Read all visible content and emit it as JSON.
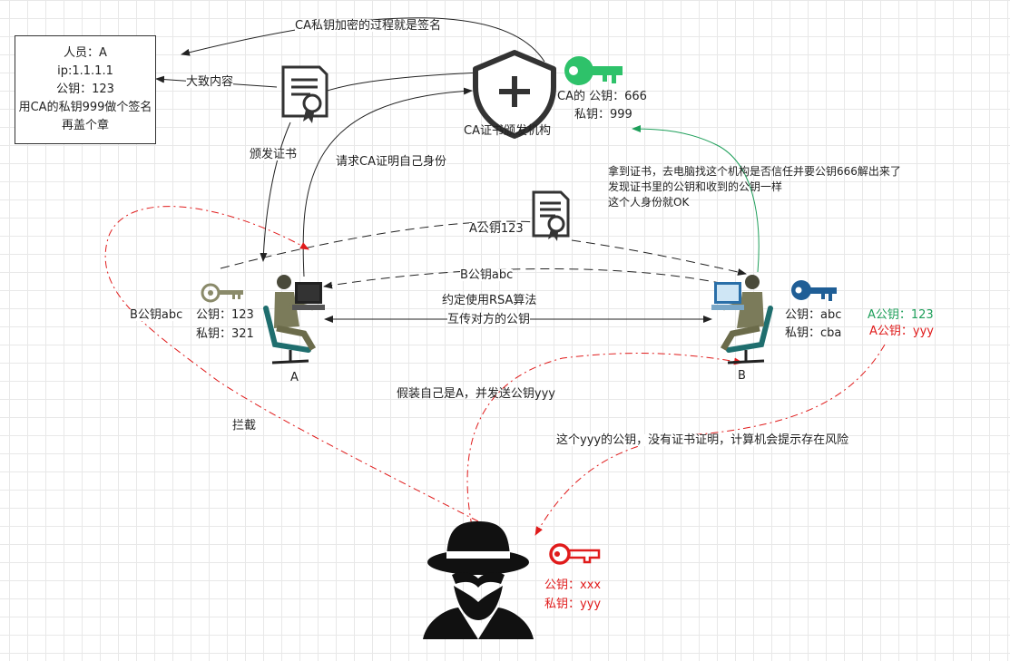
{
  "person_card": {
    "line1": "人员：A",
    "line2": "ip:1.1.1.1",
    "line3": "公钥：123",
    "line4": "用CA的私钥999做个签名",
    "line5": "再盖个章"
  },
  "labels": {
    "ca_sign_process": "CA私钥加密的过程就是签名",
    "summary": "大致内容",
    "issue_cert": "颁发证书",
    "request_ca": "请求CA证明自己身份",
    "ca_org": "CA证书颁发机构",
    "ca_pub": "CA的 公钥：666",
    "ca_priv": "私钥：999",
    "verify_1": "拿到证书，去电脑找这个机构是否信任并要公钥666解出来了",
    "verify_2": "发现证书里的公钥和收到的公钥一样",
    "verify_3": "这个人身份就OK",
    "a_pub_123": "A公钥123",
    "b_pub_abc_mid": "B公钥abc",
    "rsa_1": "约定使用RSA算法",
    "rsa_2": "互传对方的公钥",
    "b_pub_abc_left": "B公钥abc",
    "a_pub": "公钥：123",
    "a_priv": "私钥：321",
    "a_name": "A",
    "b_pub": "公钥：abc",
    "b_priv": "私钥：cba",
    "b_name": "B",
    "b_has_a_pub": "A公钥：123",
    "b_has_a_fake": "A公钥：yyy",
    "pretend": "假装自己是A，并发送公钥yyy",
    "intercept": "拦截",
    "warning": "这个yyy的公钥，没有证书证明，计算机会提示存在风险",
    "hacker_pub": "公钥：xxx",
    "hacker_priv": "私钥：yyy"
  },
  "colors": {
    "green_key": "#2ec26a",
    "blue_key": "#1f5e96",
    "red": "#e01b1b",
    "green_arrow": "#1e9f5a",
    "key_a": "#8a8a6a"
  }
}
